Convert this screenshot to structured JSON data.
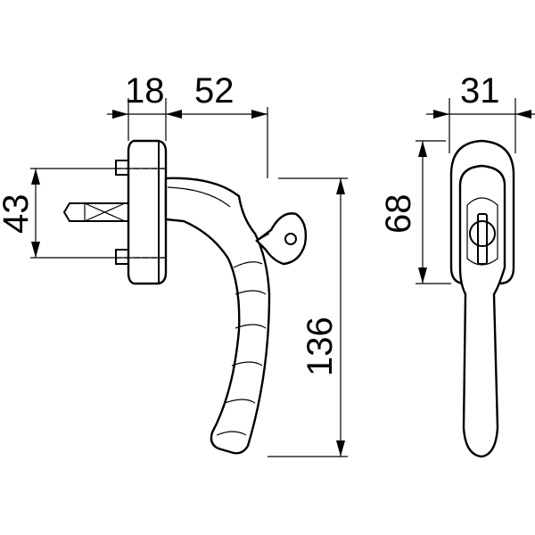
{
  "dimensions": {
    "rose_depth": "18",
    "handle_projection": "52",
    "width": "31",
    "spindle_spacing": "43",
    "key_height": "68",
    "handle_length": "136"
  }
}
